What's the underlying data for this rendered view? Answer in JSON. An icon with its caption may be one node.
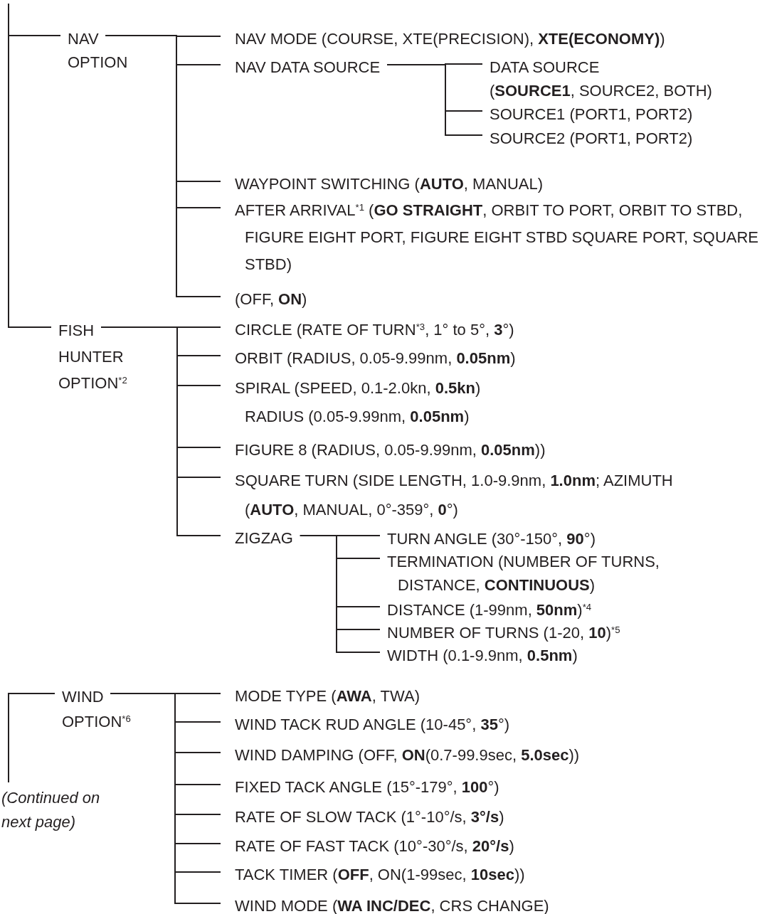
{
  "diagram": {
    "nodes": [
      {
        "text": [
          "NAV OPTION"
        ]
      },
      {
        "text": [
          "NAV MODE (COURSE, XTE(PRECISION), **XTE(ECONOMY)**)"
        ]
      },
      {
        "text": [
          "NAV DATA SOURCE"
        ]
      },
      {
        "text": [
          "DATA SOURCE",
          "(**SOURCE1**, SOURCE2, BOTH)"
        ]
      },
      {
        "text": [
          "SOURCE1 (PORT1, PORT2)"
        ]
      },
      {
        "text": [
          "SOURCE2 (PORT1, PORT2)"
        ]
      },
      {
        "text": [
          "WAYPOINT SWITCHING (**AUTO**, MANUAL)"
        ]
      },
      {
        "text": [
          "AFTER ARRIVAL$^{*1}$ (**GO STRAIGHT**, ORBIT TO PORT, ORBIT TO STBD, FIGURE EIGHT PORT, FIGURE EIGHT STBD SQUARE PORT, SQUARE STBD)"
        ]
      },
      {
        "text": [
          "(OFF, **ON**)"
        ]
      },
      {
        "text": [
          "FISH HUNTER OPTION$^{*2}$"
        ]
      },
      {
        "text": [
          "CIRCLE (RATE OF TURN$^{*3}$, 1° to 5°, **3**°)"
        ]
      },
      {
        "text": [
          "ORBIT (RADIUS, 0.05-9.99nm, **0.05nm**)"
        ]
      },
      {
        "text": [
          "SPIRAL (SPEED, 0.1-2.0kn, **0.5kn**) RADIUS (0.05-9.99nm, **0.05nm**)"
        ]
      },
      {
        "text": [
          "FIGURE 8 (RADIUS, 0.05-9.99nm, **0.05nm**))"
        ]
      },
      {
        "text": [
          "SQUARE TURN (SIDE LENGTH, 1.0-9.9nm, **1.0nm**; AZIMUTH (**AUTO**, MANUAL, 0°-359°, **0**°)"
        ]
      },
      {
        "text": [
          "ZIGZAG"
        ]
      },
      {
        "text": [
          "TURN ANGLE (30°-150°, **90**°)"
        ]
      },
      {
        "text": [
          "TERMINATION (NUMBER OF TURNS, DISTANCE, **CONTINUOUS**)"
        ]
      },
      {
        "text": [
          "DISTANCE (1-99nm, **50nm**)$^{*4}$"
        ]
      },
      {
        "text": [
          "NUMBER OF TURNS (1-20, **10**)$^{*5}$"
        ]
      },
      {
        "text": [
          "WIDTH (0.1-9.9nm, **0.5nm**)"
        ]
      },
      {
        "text": [
          "WIND OPTION$^{*6}$"
        ]
      },
      {
        "text": [
          "MODE TYPE (**AWA**, TWA)"
        ]
      },
      {
        "text": [
          "WIND TACK RUD ANGLE (10-45°, **35**°)"
        ]
      },
      {
        "text": [
          "WIND DAMPING (OFF, **ON**(0.7-99.9sec, **5.0sec**))"
        ]
      },
      {
        "text": [
          "FIXED TACK ANGLE (15°-179°, **100**°)"
        ]
      },
      {
        "text": [
          "RATE OF SLOW TACK (1°-10°/s, **3°/s**)"
        ]
      },
      {
        "text": [
          "RATE OF FAST TACK (10°-30°/s, **20°/s**)"
        ]
      },
      {
        "text": [
          "TACK TIMER (**OFF**, ON(1-99sec, **10sec**))"
        ]
      },
      {
        "text": [
          "WIND MODE (**WA INC/DEC**, CRS CHANGE)"
        ]
      }
    ],
    "edges": [
      {
        "from": null,
        "to": 0,
        "arrow": "none"
      },
      {
        "from": null,
        "to": 9,
        "arrow": "none"
      },
      {
        "from": null,
        "to": 21,
        "arrow": "none"
      },
      {
        "from": 0,
        "to": 1,
        "arrow": "none"
      },
      {
        "from": 0,
        "to": 2,
        "arrow": "none"
      },
      {
        "from": 0,
        "to": 6,
        "arrow": "none"
      },
      {
        "from": 0,
        "to": 7,
        "arrow": "none"
      },
      {
        "from": 0,
        "to": 8,
        "arrow": "none"
      },
      {
        "from": 2,
        "to": 3,
        "arrow": "none"
      },
      {
        "from": 2,
        "to": 4,
        "arrow": "none"
      },
      {
        "from": 2,
        "to": 5,
        "arrow": "none"
      },
      {
        "from": 9,
        "to": 10,
        "arrow": "none"
      },
      {
        "from": 9,
        "to": 11,
        "arrow": "none"
      },
      {
        "from": 9,
        "to": 12,
        "arrow": "none"
      },
      {
        "from": 9,
        "to": 13,
        "arrow": "none"
      },
      {
        "from": 9,
        "to": 14,
        "arrow": "none"
      },
      {
        "from": 9,
        "to": 15,
        "arrow": "none"
      },
      {
        "from": 15,
        "to": 16,
        "arrow": "none"
      },
      {
        "from": 15,
        "to": 17,
        "arrow": "none"
      },
      {
        "from": 15,
        "to": 18,
        "arrow": "none"
      },
      {
        "from": 15,
        "to": 19,
        "arrow": "none"
      },
      {
        "from": 15,
        "to": 20,
        "arrow": "none"
      },
      {
        "from": 21,
        "to": 22,
        "arrow": "none"
      },
      {
        "from": 21,
        "to": 23,
        "arrow": "none"
      },
      {
        "from": 21,
        "to": 24,
        "arrow": "none"
      },
      {
        "from": 21,
        "to": 25,
        "arrow": "none"
      },
      {
        "from": 21,
        "to": 26,
        "arrow": "none"
      },
      {
        "from": 21,
        "to": 27,
        "arrow": "none"
      },
      {
        "from": 21,
        "to": 28,
        "arrow": "none"
      },
      {
        "from": 21,
        "to": 29,
        "arrow": "none"
      }
    ],
    "labels": [
      "(Continued on next page)"
    ]
  }
}
